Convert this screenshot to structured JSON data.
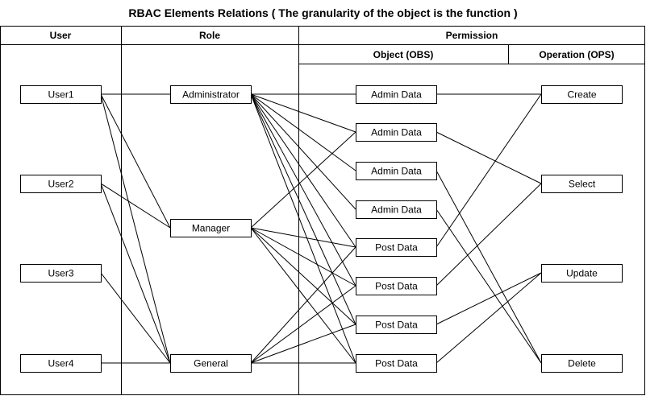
{
  "title": "RBAC Elements Relations ( The granularity of the object is the function )",
  "headers": {
    "user": "User",
    "role": "Role",
    "permission": "Permission",
    "object": "Object (OBS)",
    "operation": "Operation (OPS)"
  },
  "users": [
    "User1",
    "User2",
    "User3",
    "User4"
  ],
  "roles": [
    "Administrator",
    "Manager",
    "General"
  ],
  "objects": [
    "Admin Data",
    "Admin Data",
    "Admin Data",
    "Admin Data",
    "Post Data",
    "Post Data",
    "Post Data",
    "Post Data"
  ],
  "operations": [
    "Create",
    "Select",
    "Update",
    "Delete"
  ],
  "relations": {
    "user_role": [
      [
        0,
        0
      ],
      [
        0,
        1
      ],
      [
        0,
        2
      ],
      [
        1,
        1
      ],
      [
        1,
        2
      ],
      [
        2,
        2
      ],
      [
        3,
        2
      ]
    ],
    "role_object": [
      [
        0,
        0
      ],
      [
        0,
        1
      ],
      [
        0,
        2
      ],
      [
        0,
        3
      ],
      [
        0,
        4
      ],
      [
        0,
        5
      ],
      [
        0,
        6
      ],
      [
        0,
        7
      ],
      [
        1,
        1
      ],
      [
        1,
        4
      ],
      [
        1,
        5
      ],
      [
        1,
        6
      ],
      [
        1,
        7
      ],
      [
        2,
        4
      ],
      [
        2,
        5
      ],
      [
        2,
        6
      ],
      [
        2,
        7
      ]
    ],
    "object_operation": [
      [
        0,
        0
      ],
      [
        1,
        1
      ],
      [
        2,
        3
      ],
      [
        3,
        3
      ],
      [
        4,
        0
      ],
      [
        5,
        1
      ],
      [
        6,
        2
      ],
      [
        7,
        2
      ]
    ]
  }
}
